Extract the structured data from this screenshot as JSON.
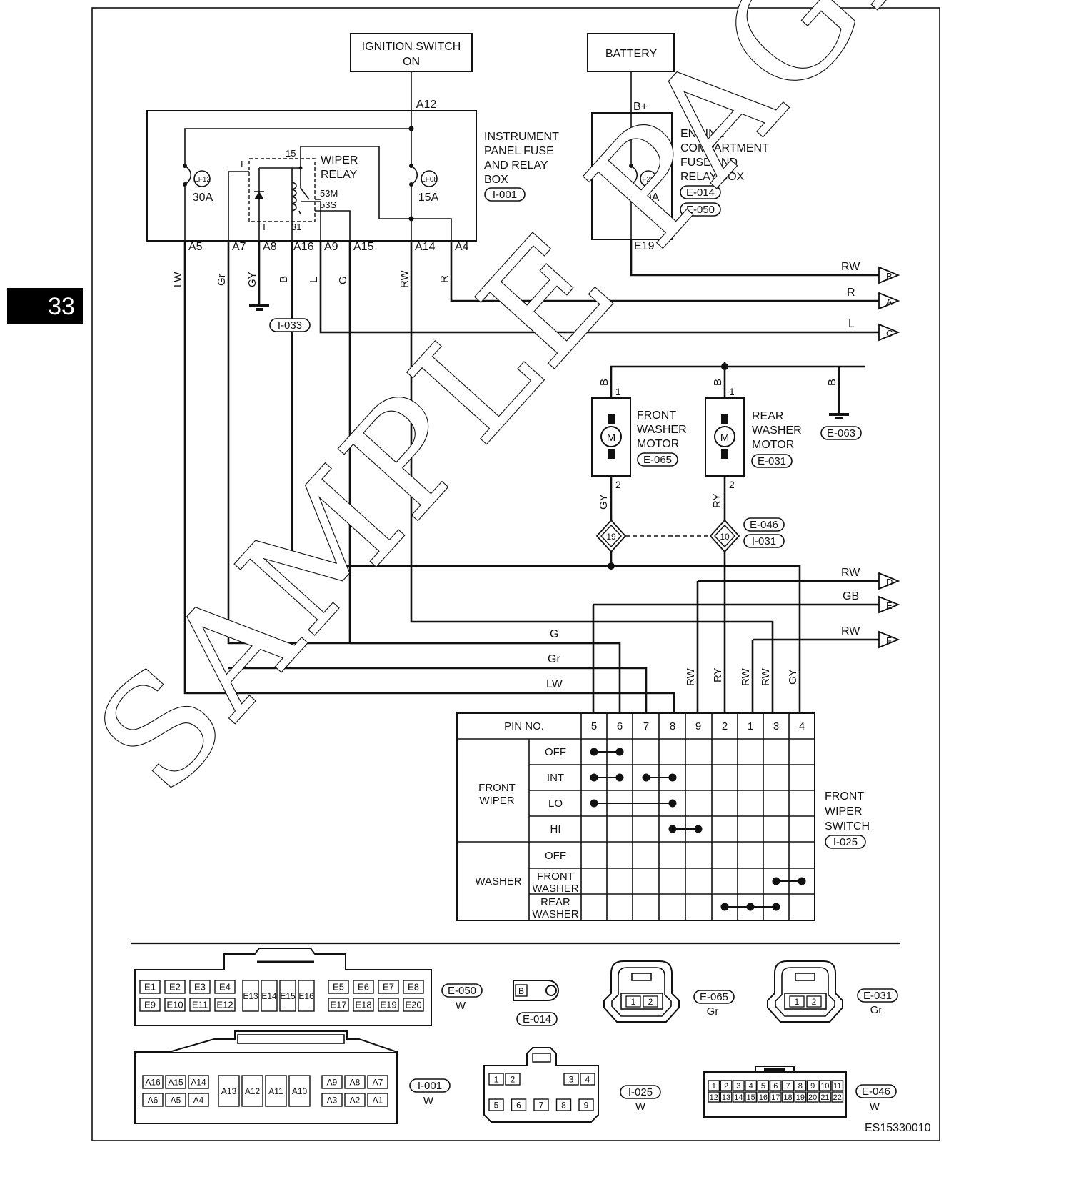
{
  "page": {
    "page_number": "33",
    "figure_code": "ES15330010",
    "watermark": "SAMPLE PAGE"
  },
  "sources": {
    "ignition_line1": "IGNITION SWITCH",
    "ignition_line2": "ON",
    "battery": "BATTERY"
  },
  "ip_box": {
    "title_lines": [
      "INSTRUMENT",
      "PANEL FUSE",
      "AND RELAY",
      "BOX"
    ],
    "code": "I-001",
    "input_pin": "A12",
    "fuse_left": {
      "id": "EF12",
      "rating": "30A"
    },
    "fuse_right": {
      "id": "EF08",
      "rating": "15A"
    },
    "relay_lines": [
      "WIPER",
      "RELAY"
    ],
    "relay_pins": {
      "i": "I",
      "p15": "15",
      "p53m": "53M",
      "p53s": "53S",
      "t": "T",
      "p31": "31"
    },
    "pins": [
      "A5",
      "A7",
      "A8",
      "A16",
      "A9",
      "A15",
      "A14",
      "A4"
    ]
  },
  "ec_box": {
    "title_lines": [
      "ENGINE",
      "COMPARTMENT",
      "FUSE AND",
      "RELAY BOX"
    ],
    "codes": [
      "E-014",
      "E-050"
    ],
    "input_pin": "B+",
    "fuse": {
      "id": "F25",
      "rating": "20A"
    },
    "pin": "E19"
  },
  "wires": {
    "LW": "LW",
    "Gr": "Gr",
    "GY": "GY",
    "B": "B",
    "L": "L",
    "G": "G",
    "RW": "RW",
    "R": "R",
    "RY": "RY",
    "GB": "GB"
  },
  "grounds": [
    "I-033",
    "E-063"
  ],
  "arrows": [
    "B",
    "A",
    "C",
    "D",
    "E",
    "F"
  ],
  "front_motor": {
    "lines": [
      "FRONT",
      "WASHER",
      "MOTOR"
    ],
    "code": "E-065",
    "pin1": "1",
    "pin2": "2",
    "m": "M"
  },
  "rear_motor": {
    "lines": [
      "REAR",
      "WASHER",
      "MOTOR"
    ],
    "code": "E-031",
    "pin1": "1",
    "pin2": "2",
    "m": "M"
  },
  "joint": {
    "pin_left": "19",
    "pin_right": "10",
    "codes": [
      "E-046",
      "I-031"
    ]
  },
  "switch": {
    "header": "PIN NO.",
    "pins": [
      "5",
      "6",
      "7",
      "8",
      "9",
      "2",
      "1",
      "3",
      "4"
    ],
    "front_group": [
      "FRONT",
      "WIPER"
    ],
    "washer_group": "WASHER",
    "rows": [
      {
        "label": [
          "OFF"
        ]
      },
      {
        "label": [
          "INT"
        ]
      },
      {
        "label": [
          "LO"
        ]
      },
      {
        "label": [
          "HI"
        ]
      },
      {
        "label": [
          "OFF"
        ]
      },
      {
        "label": [
          "FRONT",
          "WASHER"
        ]
      },
      {
        "label": [
          "REAR",
          "WASHER"
        ]
      }
    ],
    "title_lines": [
      "FRONT",
      "WIPER",
      "SWITCH"
    ],
    "code": "I-025"
  },
  "connectors": {
    "e050": {
      "code": "E-050",
      "color": "W",
      "row1_left": [
        "E1",
        "E2",
        "E3",
        "E4"
      ],
      "row2_left": [
        "E9",
        "E10",
        "E11",
        "E12"
      ],
      "middle": [
        "E13",
        "E14",
        "E15",
        "E16"
      ],
      "row1_right": [
        "E5",
        "E6",
        "E7",
        "E8"
      ],
      "row2_right": [
        "E17",
        "E18",
        "E19",
        "E20"
      ]
    },
    "e014": {
      "code": "E-014",
      "pin": "B"
    },
    "e065": {
      "code": "E-065",
      "color": "Gr",
      "pins": [
        "1",
        "2"
      ]
    },
    "e031": {
      "code": "E-031",
      "color": "Gr",
      "pins": [
        "1",
        "2"
      ]
    },
    "i001": {
      "code": "I-001",
      "color": "W",
      "left_row1": [
        "A16",
        "A15",
        "A14"
      ],
      "left_row2": [
        "A6",
        "A5",
        "A4"
      ],
      "middle": [
        "A13",
        "A12",
        "A11",
        "A10"
      ],
      "right_row1": [
        "A9",
        "A8",
        "A7"
      ],
      "right_row2": [
        "A3",
        "A2",
        "A1"
      ]
    },
    "i025": {
      "code": "I-025",
      "color": "W",
      "row1_left": [
        "1",
        "2"
      ],
      "row1_right": [
        "3",
        "4"
      ],
      "row2": [
        "5",
        "6",
        "7",
        "8",
        "9"
      ]
    },
    "e046": {
      "code": "E-046",
      "color": "W",
      "row1": [
        "1",
        "2",
        "3",
        "4",
        "5",
        "6",
        "7",
        "8",
        "9",
        "10",
        "11"
      ],
      "row2": [
        "12",
        "13",
        "14",
        "15",
        "16",
        "17",
        "18",
        "19",
        "20",
        "21",
        "22"
      ]
    }
  }
}
